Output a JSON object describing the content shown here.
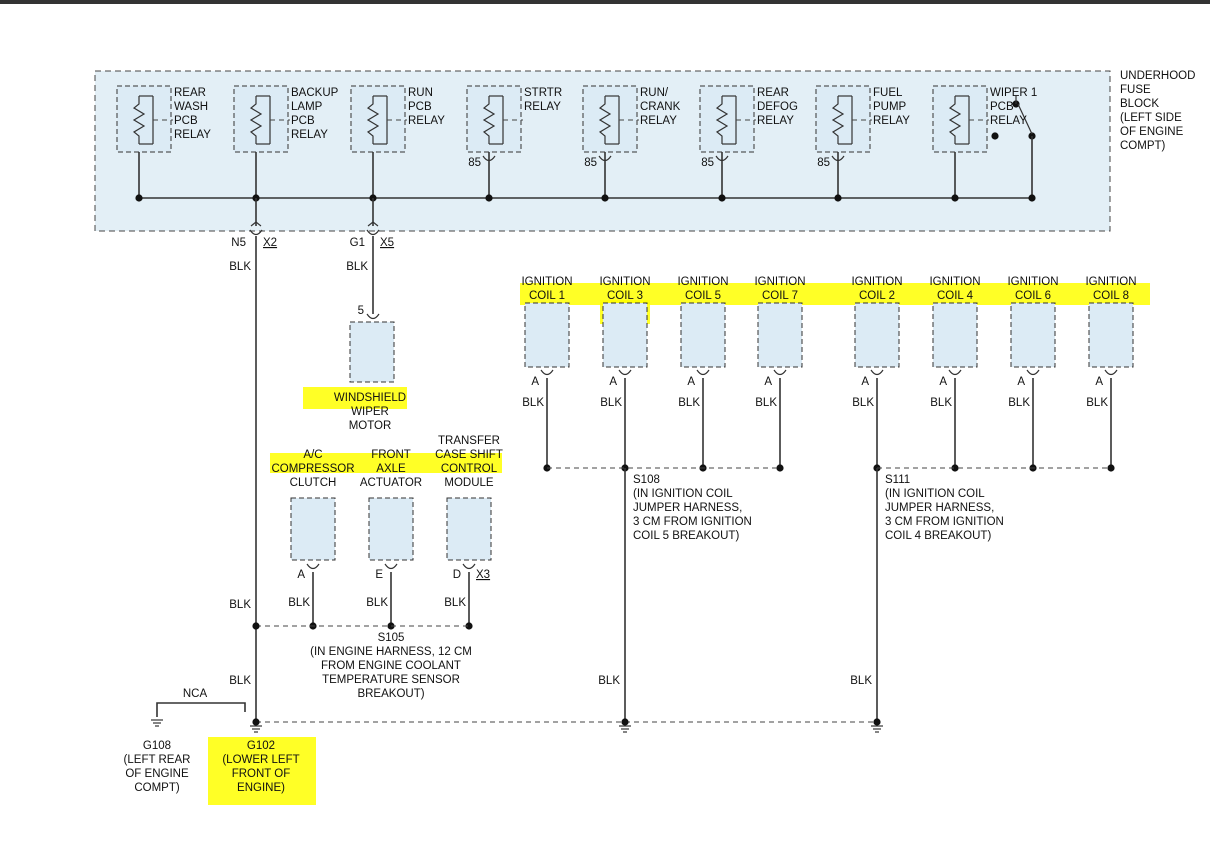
{
  "fuse_block": {
    "label": [
      "UNDERHOOD",
      "FUSE",
      "BLOCK",
      "(LEFT SIDE",
      "OF ENGINE",
      "COMPT)"
    ],
    "relays": [
      {
        "lines": [
          "REAR",
          "WASH",
          "PCB",
          "RELAY"
        ],
        "pin": ""
      },
      {
        "lines": [
          "BACKUP",
          "LAMP",
          "PCB",
          "RELAY"
        ],
        "pin": ""
      },
      {
        "lines": [
          "RUN",
          "PCB",
          "RELAY"
        ],
        "pin": ""
      },
      {
        "lines": [
          "STRTR",
          "RELAY"
        ],
        "pin": "85"
      },
      {
        "lines": [
          "RUN/",
          "CRANK",
          "RELAY"
        ],
        "pin": "85"
      },
      {
        "lines": [
          "REAR",
          "DEFOG",
          "RELAY"
        ],
        "pin": "85"
      },
      {
        "lines": [
          "FUEL",
          "PUMP",
          "RELAY"
        ],
        "pin": "85"
      },
      {
        "lines": [
          "WIPER 1",
          "PCB",
          "RELAY"
        ],
        "pin": ""
      }
    ]
  },
  "connectors": {
    "n5": {
      "pin": "N5",
      "conn": "X2",
      "wire": "BLK"
    },
    "g1": {
      "pin": "G1",
      "conn": "X5",
      "wire": "BLK"
    }
  },
  "wiper_motor": {
    "pin": "5",
    "lines": [
      "WINDSHIELD",
      "WIPER",
      "MOTOR"
    ]
  },
  "ignition_coils": [
    {
      "lines": [
        "IGNITION",
        "COIL 1"
      ],
      "pin": "A",
      "wire": "BLK"
    },
    {
      "lines": [
        "IGNITION",
        "COIL 3"
      ],
      "pin": "A",
      "wire": "BLK"
    },
    {
      "lines": [
        "IGNITION",
        "COIL 5"
      ],
      "pin": "A",
      "wire": "BLK"
    },
    {
      "lines": [
        "IGNITION",
        "COIL 7"
      ],
      "pin": "A",
      "wire": "BLK"
    },
    {
      "lines": [
        "IGNITION",
        "COIL 2"
      ],
      "pin": "A",
      "wire": "BLK"
    },
    {
      "lines": [
        "IGNITION",
        "COIL 4"
      ],
      "pin": "A",
      "wire": "BLK"
    },
    {
      "lines": [
        "IGNITION",
        "COIL 6"
      ],
      "pin": "A",
      "wire": "BLK"
    },
    {
      "lines": [
        "IGNITION",
        "COIL 8"
      ],
      "pin": "A",
      "wire": "BLK"
    }
  ],
  "lower_components": [
    {
      "lines": [
        "A/C",
        "COMPRESSOR",
        "CLUTCH"
      ],
      "pin": "A",
      "conn": "",
      "wire": "BLK"
    },
    {
      "lines": [
        "FRONT",
        "AXLE",
        "ACTUATOR"
      ],
      "pin": "E",
      "conn": "",
      "wire": "BLK"
    },
    {
      "lines": [
        "TRANSFER",
        "CASE SHIFT",
        "CONTROL",
        "MODULE"
      ],
      "pin": "D",
      "conn": "X3",
      "wire": "BLK"
    }
  ],
  "splices": {
    "s105": [
      "S105",
      "(IN ENGINE HARNESS, 12 CM",
      "FROM ENGINE COOLANT",
      "TEMPERATURE SENSOR",
      "BREAKOUT)"
    ],
    "s108": [
      "S108",
      "(IN IGNITION COIL",
      "JUMPER HARNESS,",
      "3 CM FROM IGNITION",
      "COIL 5 BREAKOUT)"
    ],
    "s111": [
      "S111",
      "(IN IGNITION COIL",
      "JUMPER HARNESS,",
      "3 CM FROM IGNITION",
      "COIL 4 BREAKOUT)"
    ]
  },
  "wires": {
    "main_blk": "BLK",
    "s105_to_g102": "BLK",
    "s108_down": "BLK",
    "s111_down": "BLK",
    "nca": "NCA"
  },
  "grounds": {
    "g108": [
      "G108",
      "(LEFT REAR",
      "OF ENGINE",
      "COMPT)"
    ],
    "g102": [
      "G102",
      "(LOWER LEFT",
      "FRONT OF",
      "ENGINE)"
    ]
  },
  "colors": {
    "highlight": "#ffff00",
    "component_fill": "#dcebf5",
    "fuse_block_fill": "#e3eff6"
  }
}
